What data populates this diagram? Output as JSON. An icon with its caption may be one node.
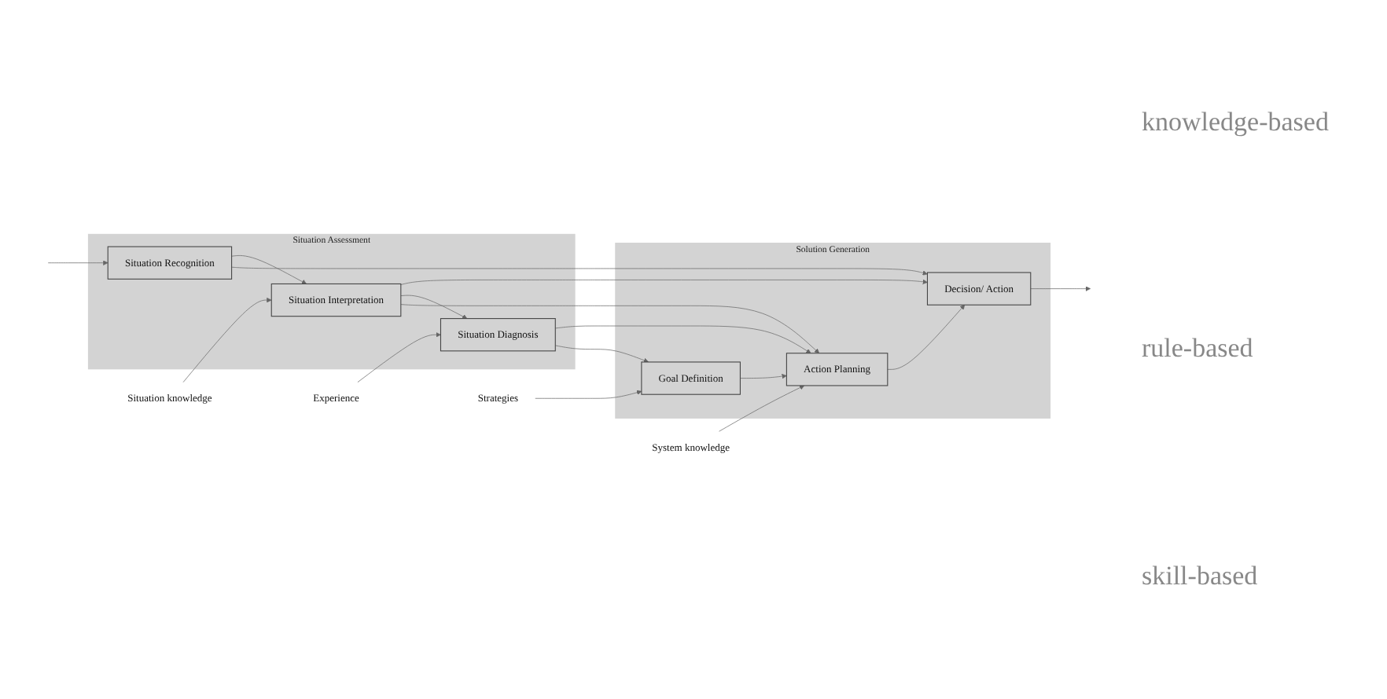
{
  "diagram": {
    "nodes": [
      {
        "text": [
          "Situation Assessment"
        ]
      },
      {
        "text": [
          "Situation Diagnosis"
        ],
        "in": 0
      },
      {
        "text": [
          "Situation Interpretation"
        ],
        "in": 0
      },
      {
        "text": [
          "Situation Recognition"
        ],
        "in": 0
      },
      {
        "text": [
          "Solution Generation"
        ]
      },
      {
        "text": [
          "Goal Definition"
        ],
        "in": 4
      },
      {
        "text": [
          "Action Planning"
        ],
        "in": 4
      },
      {
        "text": [
          "Decision/ Action"
        ],
        "in": 4
      },
      {
        "text": [
          "Experience"
        ]
      },
      {
        "text": [
          "Strategies"
        ]
      },
      {
        "text": [
          "Situation knowledge"
        ]
      },
      {
        "text": [
          "System knowledge"
        ]
      }
    ],
    "edges": [
      {
        "from": 8,
        "to": 1,
        "arrow": "to"
      },
      {
        "from": 9,
        "to": 5,
        "arrow": "to"
      },
      {
        "from": 10,
        "to": 2,
        "arrow": "to"
      },
      {
        "from": 11,
        "to": 6,
        "arrow": "to"
      },
      {
        "from": null,
        "to": 3,
        "arrow": "to"
      },
      {
        "from": 7,
        "to": null,
        "arrow": "to"
      },
      {
        "from": 1,
        "to": 5,
        "arrow": "to"
      },
      {
        "from": 2,
        "to": 6,
        "arrow": "to"
      },
      {
        "from": 3,
        "to": 7,
        "arrow": "to"
      },
      {
        "from": 3,
        "to": 2,
        "arrow": "to"
      },
      {
        "from": 2,
        "to": 1,
        "arrow": "to"
      },
      {
        "from": 5,
        "to": 6,
        "arrow": "to"
      },
      {
        "from": 6,
        "to": 7,
        "arrow": "to"
      },
      {
        "from": 1,
        "to": 6,
        "arrow": "to"
      },
      {
        "from": 2,
        "to": 7,
        "arrow": "to"
      }
    ],
    "labels": [
      "knowledge-based",
      "rule-based",
      "skill-based"
    ]
  }
}
